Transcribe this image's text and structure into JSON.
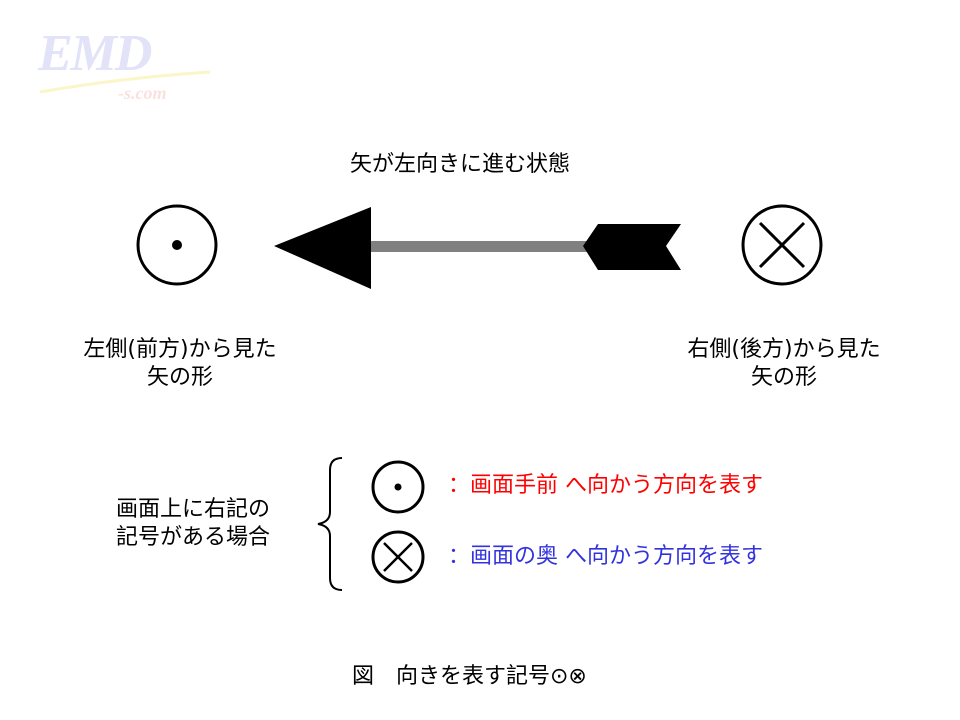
{
  "logo": {
    "main": "EMD",
    "sub": "-s.com"
  },
  "title": "矢が左向きに進む状態",
  "left_label": [
    "左側(前方)から見た",
    "矢の形"
  ],
  "right_label": [
    "右側(後方)から見た",
    "矢の形"
  ],
  "legend": {
    "intro": [
      "画面上に右記の",
      "記号がある場合"
    ],
    "dot_text": "：画面手前 へ向かう方向を表す",
    "cross_text": "：画面の奥 へ向かう方向を表す",
    "dot_color": "#ff0000",
    "cross_color": "#3333dd"
  },
  "caption": "図　向きを表す記号⊙⊗"
}
